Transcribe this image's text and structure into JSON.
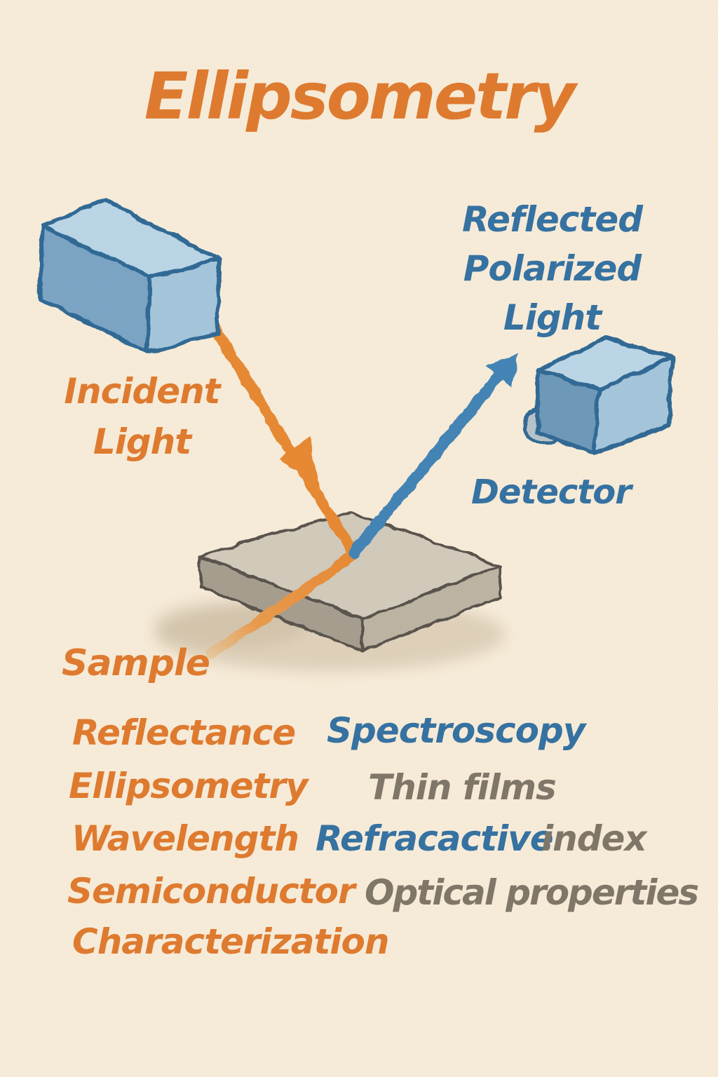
{
  "title": {
    "text": "Ellipsometry"
  },
  "diagram": {
    "incident_line1": "Incident",
    "incident_line2": "Light",
    "reflected_line1": "Reflected",
    "reflected_line2": "Polarized",
    "reflected_line3": "Light",
    "detector_label": "Detector",
    "sample_label": "Sample",
    "icons": {
      "light_source": "light-source-box-icon",
      "detector": "detector-box-icon",
      "sample": "sample-slab-icon",
      "incident_beam": "incident-beam-arrow-icon",
      "reflected_beam": "reflected-beam-arrow-icon",
      "transmitted_beam": "transmitted-beam-icon"
    }
  },
  "keywords": [
    {
      "text": "Reflectance",
      "color": "orange"
    },
    {
      "text": "Spectroscopy",
      "color": "blue"
    },
    {
      "text": "Ellipsometry",
      "color": "orange"
    },
    {
      "text": "Thin films",
      "color": "gray"
    },
    {
      "text": "Wavelength",
      "color": "orange"
    },
    {
      "text": "Refracactive",
      "color": "blue"
    },
    {
      "text": "index",
      "color": "gray"
    },
    {
      "text": "Semiconductor",
      "color": "orange"
    },
    {
      "text": "Optical properties",
      "color": "gray"
    },
    {
      "text": "Characterization",
      "color": "orange"
    }
  ],
  "colors": {
    "paper": "#f9eedb",
    "orange": "#e0782a",
    "blue": "#2f6fa2",
    "gray": "#7c7466",
    "beam_orange": "#e8872f",
    "beam_blue": "#3d82b6",
    "box_outline": "#2c6694",
    "box_top": "#bad7e9",
    "box_side_light": "#a3c6dd",
    "box_side_dark": "#78a4c6",
    "detector_face_dark": "#6b97ba",
    "nozzle_fill": "#c3cdd2",
    "slab_top": "#d2cbbc",
    "slab_front": "#a49c8d",
    "slab_side": "#bcb4a3",
    "slab_outline": "#55504a",
    "shadow": "#c0b094"
  }
}
